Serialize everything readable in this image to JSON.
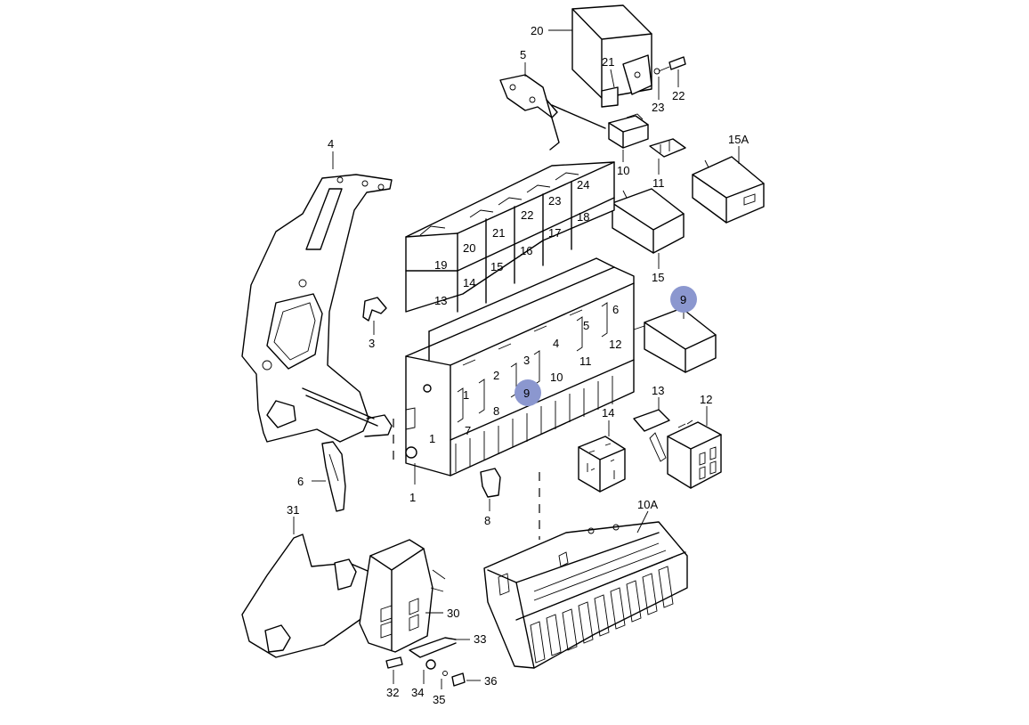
{
  "callouts": {
    "c1": "1",
    "c1b": "1",
    "c3": "3",
    "c4": "4",
    "c5": "5",
    "c6": "6",
    "c8": "8",
    "c9": "9",
    "c9b": "9",
    "c10": "10",
    "c10a": "10A",
    "c11": "11",
    "c12": "12",
    "c13": "13",
    "c14": "14",
    "c15": "15",
    "c15a": "15A",
    "c20": "20",
    "c21": "21",
    "c22": "22",
    "c23": "23",
    "c30": "30",
    "c31": "31",
    "c32": "32",
    "c33": "33",
    "c34": "34",
    "c35": "35",
    "c36": "36"
  },
  "slots": {
    "s1": "1",
    "s2": "2",
    "s3": "3",
    "s4": "4",
    "s5": "5",
    "s6": "6",
    "s7": "7",
    "s8": "8",
    "s10": "10",
    "s11": "11",
    "s12": "12",
    "s13": "13",
    "s14": "14",
    "s15": "15",
    "s16": "16",
    "s17": "17",
    "s18": "18",
    "s19": "19",
    "s20": "20",
    "s21": "21",
    "s22": "22",
    "s23": "23",
    "s24": "24"
  },
  "colors": {
    "highlight": "#8b97cf"
  }
}
